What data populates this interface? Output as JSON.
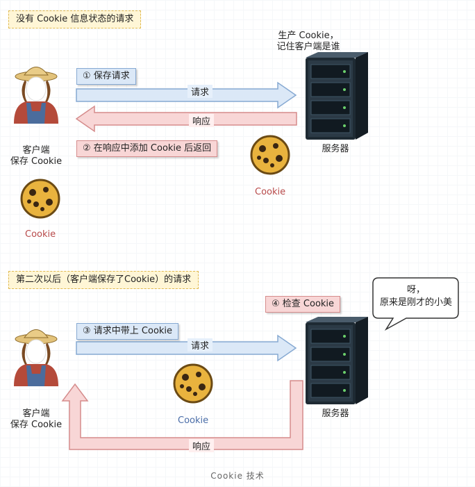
{
  "section1": {
    "title": "没有 Cookie 信息状态的请求",
    "server_note_line1": "生产 Cookie，",
    "server_note_line2": "记住客户端是谁",
    "step1": "① 保存请求",
    "request_label": "请求",
    "response_label": "响应",
    "step2": "② 在响应中添加 Cookie 后返回",
    "client_line1": "客户端",
    "client_line2": "保存 Cookie",
    "server_label": "服务器",
    "cookie_server": "Cookie",
    "cookie_client": "Cookie"
  },
  "section2": {
    "title": "第二次以后（客户端保存了Cookie）的请求",
    "speech_line1": "呀，",
    "speech_line2": "原来是刚才的小美",
    "step4": "④ 检查 Cookie",
    "step3": "③ 请求中带上 Cookie",
    "request_label": "请求",
    "response_label": "响应",
    "client_line1": "客户端",
    "client_line2": "保存 Cookie",
    "server_label": "服务器",
    "cookie_mid": "Cookie"
  },
  "caption": "Cookie 技术",
  "colors": {
    "request_fill": "#dbe8f7",
    "request_stroke": "#86a9d2",
    "response_fill": "#f8d6d6",
    "response_stroke": "#d58c8c",
    "cookie_red_text": "#b84a4a",
    "cookie_blue_text": "#4a6da8"
  },
  "icons": [
    "farmer-girl-avatar",
    "server-rack-icon",
    "cookie-icon"
  ]
}
